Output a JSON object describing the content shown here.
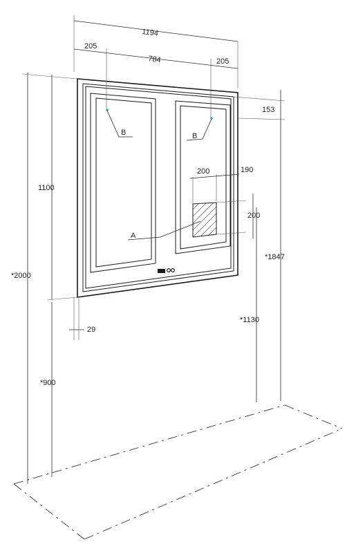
{
  "dimensions": {
    "overall_width": "1194",
    "left_margin": "205",
    "center_width": "784",
    "right_margin": "205",
    "top_offset": "153",
    "cutout_width": "200",
    "cutout_side_offset": "190",
    "cutout_height": "200",
    "mirror_height": "1100",
    "total_height": "*2000",
    "top_height": "*1847",
    "cutout_mount_height": "*1130",
    "frame_depth": "29",
    "bottom_clearance": "*900"
  },
  "labels": {
    "zone_a": "A",
    "zone_b_left": "B",
    "zone_b_right": "B"
  },
  "colors": {
    "line": "#1a1a1a",
    "sensor_dot": "#2aa6b8",
    "background": "#ffffff"
  }
}
